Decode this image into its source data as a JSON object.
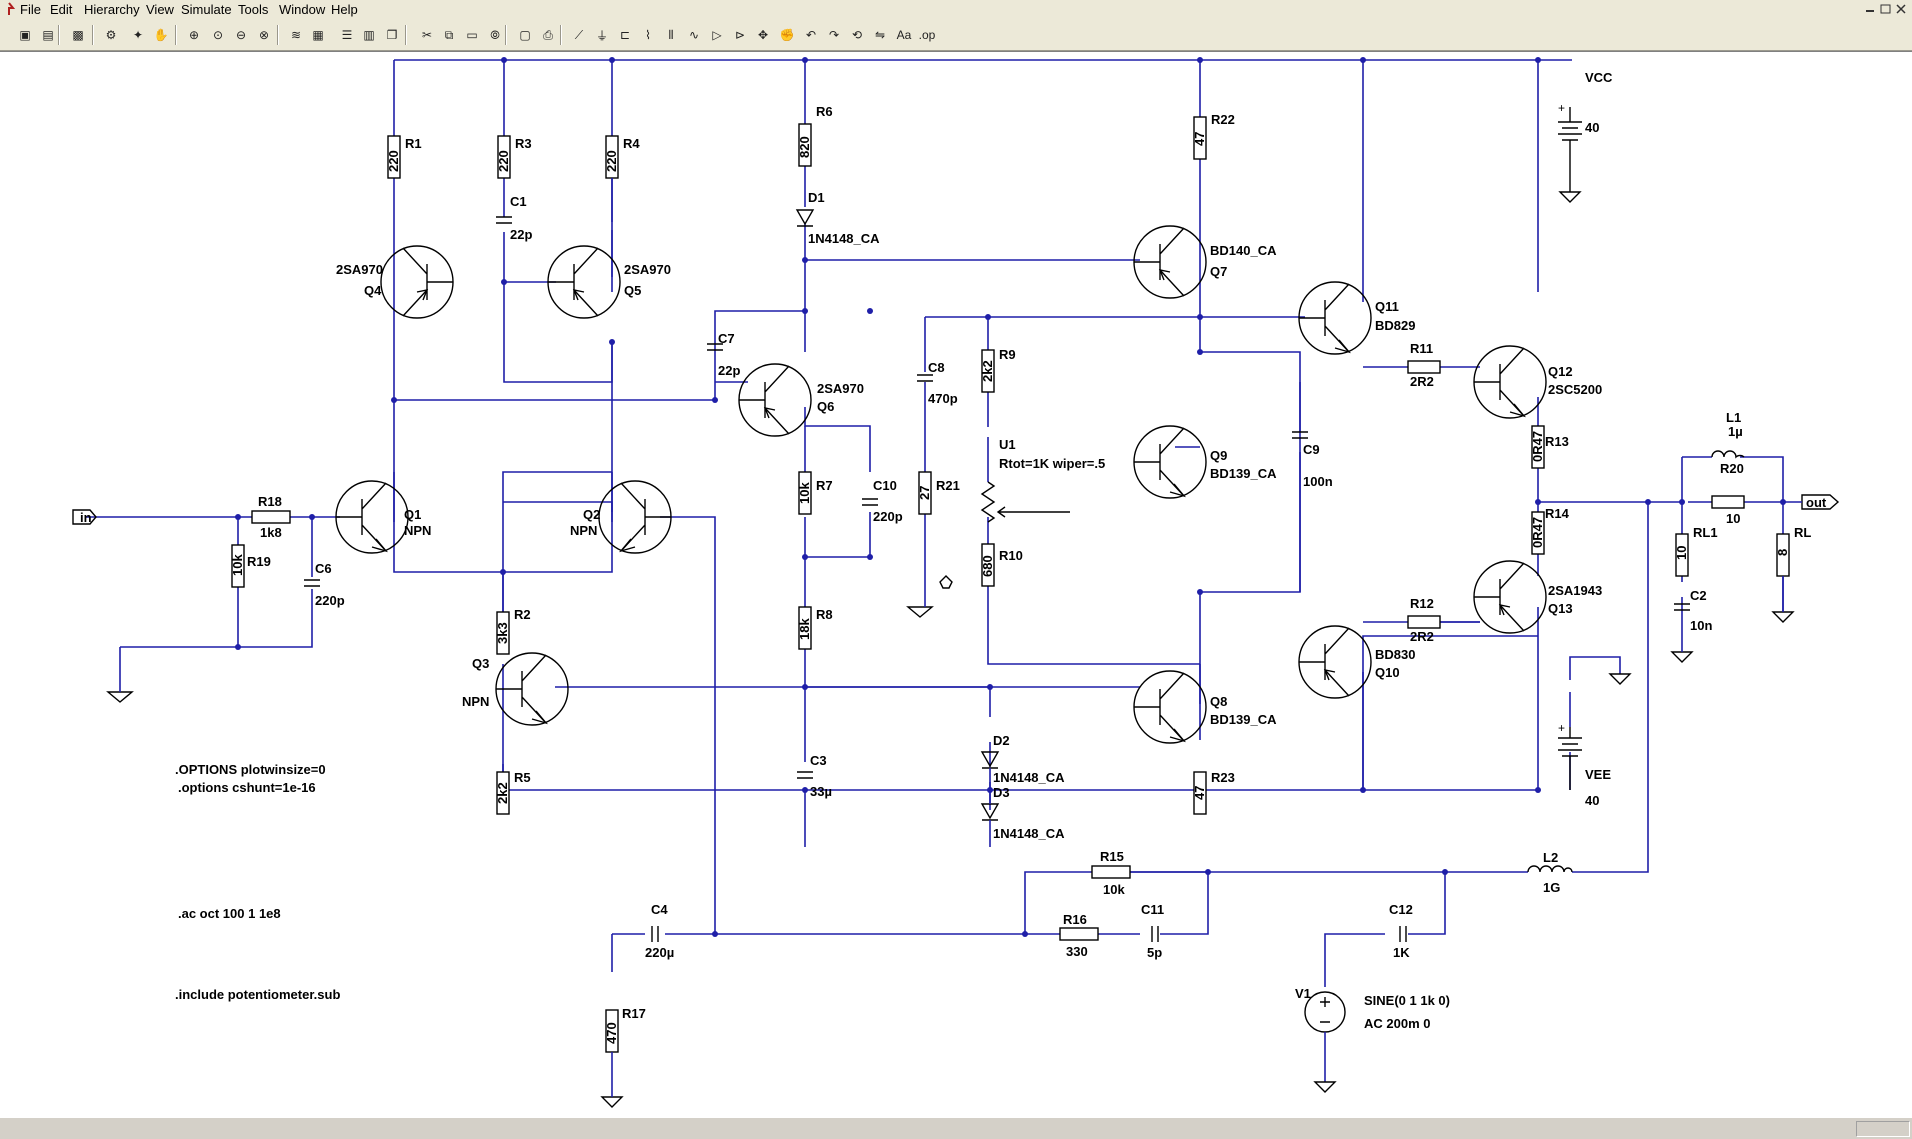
{
  "menu": [
    "File",
    "Edit",
    "Hierarchy",
    "View",
    "Simulate",
    "Tools",
    "Window",
    "Help"
  ],
  "toolbar_icons": [
    "new-schematic-icon",
    "open-icon",
    "save-icon",
    "control-panel-icon",
    "run-icon",
    "halt-icon",
    "zoom-in-icon",
    "zoom-fit-icon",
    "zoom-out-icon",
    "zoom-cancel-icon",
    "waveform-icon",
    "tile-icon",
    "horizontal-tile-icon",
    "vertical-tile-icon",
    "cascade-icon",
    "cut-icon",
    "copy-icon",
    "paste-icon",
    "find-icon",
    "print-setup-icon",
    "print-icon",
    "wire-icon",
    "ground-icon",
    "label-net-icon",
    "resistor-icon",
    "capacitor-icon",
    "inductor-icon",
    "diode-icon",
    "component-icon",
    "move-icon",
    "drag-icon",
    "undo-icon",
    "redo-icon",
    "rotate-icon",
    "mirror-icon",
    "text-icon",
    "spice-directive-icon"
  ],
  "colors": {
    "wire": "#1f1fa8",
    "component": "#000000",
    "background": "#ffffff"
  },
  "components": {
    "R1": {
      "ref": "R1",
      "value": "220"
    },
    "R3": {
      "ref": "R3",
      "value": "220"
    },
    "R4": {
      "ref": "R4",
      "value": "220"
    },
    "R6": {
      "ref": "R6",
      "value": "820"
    },
    "R22": {
      "ref": "R22",
      "value": "47"
    },
    "R9": {
      "ref": "R9",
      "value": "2k2"
    },
    "R7": {
      "ref": "R7",
      "value": "10k"
    },
    "R21": {
      "ref": "R21",
      "value": "27"
    },
    "R10": {
      "ref": "R10",
      "value": "680"
    },
    "R8": {
      "ref": "R8",
      "value": "18k"
    },
    "R2": {
      "ref": "R2",
      "value": "3k3"
    },
    "R5": {
      "ref": "R5",
      "value": "2k2"
    },
    "R23": {
      "ref": "R23",
      "value": "47"
    },
    "R18": {
      "ref": "R18",
      "value": "1k8"
    },
    "R19": {
      "ref": "R19",
      "value": "10k"
    },
    "R11": {
      "ref": "R11",
      "value": "2R2"
    },
    "R12": {
      "ref": "R12",
      "value": "2R2"
    },
    "R13": {
      "ref": "R13",
      "value": "0R47"
    },
    "R14": {
      "ref": "R14",
      "value": "0R47"
    },
    "R20": {
      "ref": "R20",
      "value": "10"
    },
    "RL1": {
      "ref": "RL1",
      "value": "10"
    },
    "RL": {
      "ref": "RL",
      "value": "8"
    },
    "R15": {
      "ref": "R15",
      "value": "10k"
    },
    "R16": {
      "ref": "R16",
      "value": "330"
    },
    "R17": {
      "ref": "R17",
      "value": "470"
    },
    "C1": {
      "ref": "C1",
      "value": "22p"
    },
    "C7": {
      "ref": "C7",
      "value": "22p"
    },
    "C8": {
      "ref": "C8",
      "value": "470p"
    },
    "C10": {
      "ref": "C10",
      "value": "220p"
    },
    "C6": {
      "ref": "C6",
      "value": "220p"
    },
    "C9": {
      "ref": "C9",
      "value": "100n"
    },
    "C3": {
      "ref": "C3",
      "value": "33µ"
    },
    "C2": {
      "ref": "C2",
      "value": "10n"
    },
    "C4": {
      "ref": "C4",
      "value": "220µ"
    },
    "C11": {
      "ref": "C11",
      "value": "5p"
    },
    "C12": {
      "ref": "C12",
      "value": "1K"
    },
    "L1": {
      "ref": "L1",
      "value": "1µ"
    },
    "L2": {
      "ref": "L2",
      "value": "1G"
    },
    "D1": {
      "ref": "D1",
      "value": "1N4148_CA"
    },
    "D2": {
      "ref": "D2",
      "value": "1N4148_CA"
    },
    "D3": {
      "ref": "D3",
      "value": "1N4148_CA"
    },
    "Q1": {
      "ref": "Q1",
      "value": "NPN"
    },
    "Q2": {
      "ref": "Q2",
      "value": "NPN"
    },
    "Q3": {
      "ref": "Q3",
      "value": "NPN"
    },
    "Q4": {
      "ref": "Q4",
      "value": "2SA970"
    },
    "Q5": {
      "ref": "Q5",
      "value": "2SA970"
    },
    "Q6": {
      "ref": "Q6",
      "value": "2SA970"
    },
    "Q7": {
      "ref": "Q7",
      "value": "BD140_CA"
    },
    "Q8": {
      "ref": "Q8",
      "value": "BD139_CA"
    },
    "Q9": {
      "ref": "Q9",
      "value": "BD139_CA"
    },
    "Q10": {
      "ref": "Q10",
      "value": "BD830"
    },
    "Q11": {
      "ref": "Q11",
      "value": "BD829"
    },
    "Q12": {
      "ref": "Q12",
      "value": "2SC5200"
    },
    "Q13": {
      "ref": "Q13",
      "value": "2SA1943"
    },
    "U1": {
      "ref": "U1",
      "value": "Rtot=1K wiper=.5"
    },
    "VCC": {
      "ref": "VCC",
      "value": "40"
    },
    "VEE": {
      "ref": "VEE",
      "value": "40"
    },
    "V1": {
      "ref": "V1",
      "value1": "SINE(0 1 1k 0)",
      "value2": "AC 200m 0"
    }
  },
  "net_labels": {
    "in": "in",
    "out": "out"
  },
  "directives": {
    "d1": ".OPTIONS plotwinsize=0",
    "d2": ".options cshunt=1e-16",
    "d3": ".ac oct 100 1 1e8",
    "d4": ".include potentiometer.sub"
  }
}
